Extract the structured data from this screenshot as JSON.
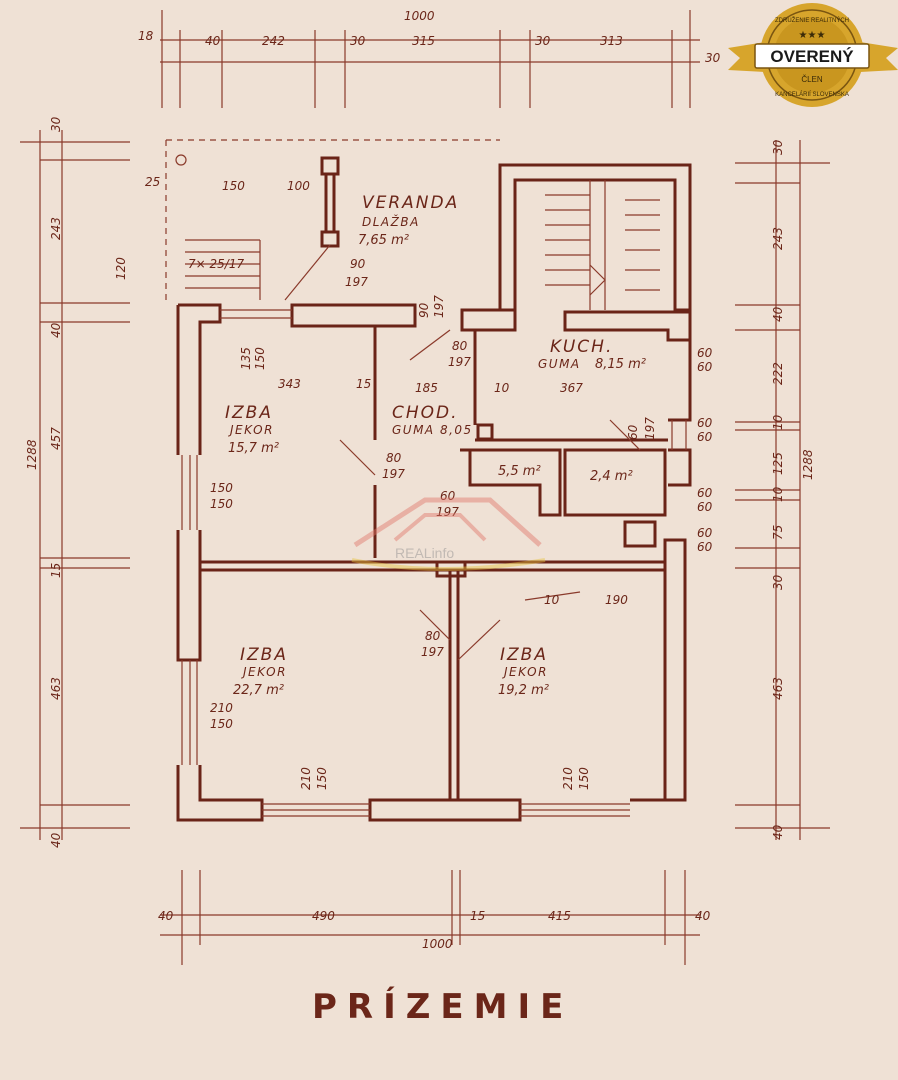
{
  "title": "PRÍZEMIE",
  "badge": {
    "top_ring": "ZDRUŽENIE REALITNÝCH",
    "main": "OVERENÝ",
    "sub": "ČLEN",
    "bottom_ring": "KANCELÁRIÍ SLOVENSKA",
    "stars": "★★★",
    "color": "#d7a52c"
  },
  "watermark": "REALinfo",
  "rooms": {
    "veranda": {
      "name": "VERANDA",
      "floor": "DLAŽBA",
      "area": "7,65 m²"
    },
    "kitchen": {
      "name": "KUCH.",
      "floor": "GUMA",
      "area": "8,15 m²"
    },
    "room1": {
      "name": "IZBA",
      "floor": "JEKOR",
      "area": "15,7 m²"
    },
    "hall": {
      "name": "CHOD.",
      "floor": "GUMA 8,05"
    },
    "bath": {
      "area": "5,5 m²"
    },
    "wc": {
      "area": "2,4 m²"
    },
    "room2": {
      "name": "IZBA",
      "floor": "JEKOR",
      "area": "22,7 m²"
    },
    "room3": {
      "name": "IZBA",
      "floor": "JEKOR",
      "area": "19,2 m²"
    }
  },
  "dims": {
    "top_total": "1000",
    "top_parts": [
      "18",
      "40",
      "242",
      "30",
      "315",
      "30",
      "313",
      "30"
    ],
    "bottom_total": "1000",
    "bottom_parts": [
      "40",
      "490",
      "15",
      "415",
      "40"
    ],
    "left_total": "1288",
    "left_parts": [
      "30",
      "243",
      "40",
      "457",
      "15",
      "463",
      "40"
    ],
    "right_total": "1288",
    "right_parts": [
      "30",
      "243",
      "40",
      "222",
      "10",
      "125",
      "10",
      "75",
      "30",
      "463",
      "40"
    ],
    "veranda": [
      "25",
      "150",
      "100",
      "120"
    ],
    "stairs": "7× 25/17",
    "doors": [
      "90",
      "197",
      "90",
      "197",
      "80",
      "197",
      "80",
      "197",
      "60",
      "197",
      "80",
      "197",
      "60",
      "197"
    ],
    "windows": [
      "135",
      "150",
      "150",
      "150",
      "210",
      "150",
      "210",
      "150",
      "210",
      "150"
    ],
    "room_widths": [
      "343",
      "15",
      "185",
      "10",
      "367",
      "10",
      "190"
    ],
    "right_openings": [
      "60",
      "60",
      "60",
      "60",
      "60",
      "60",
      "60",
      "60"
    ]
  }
}
